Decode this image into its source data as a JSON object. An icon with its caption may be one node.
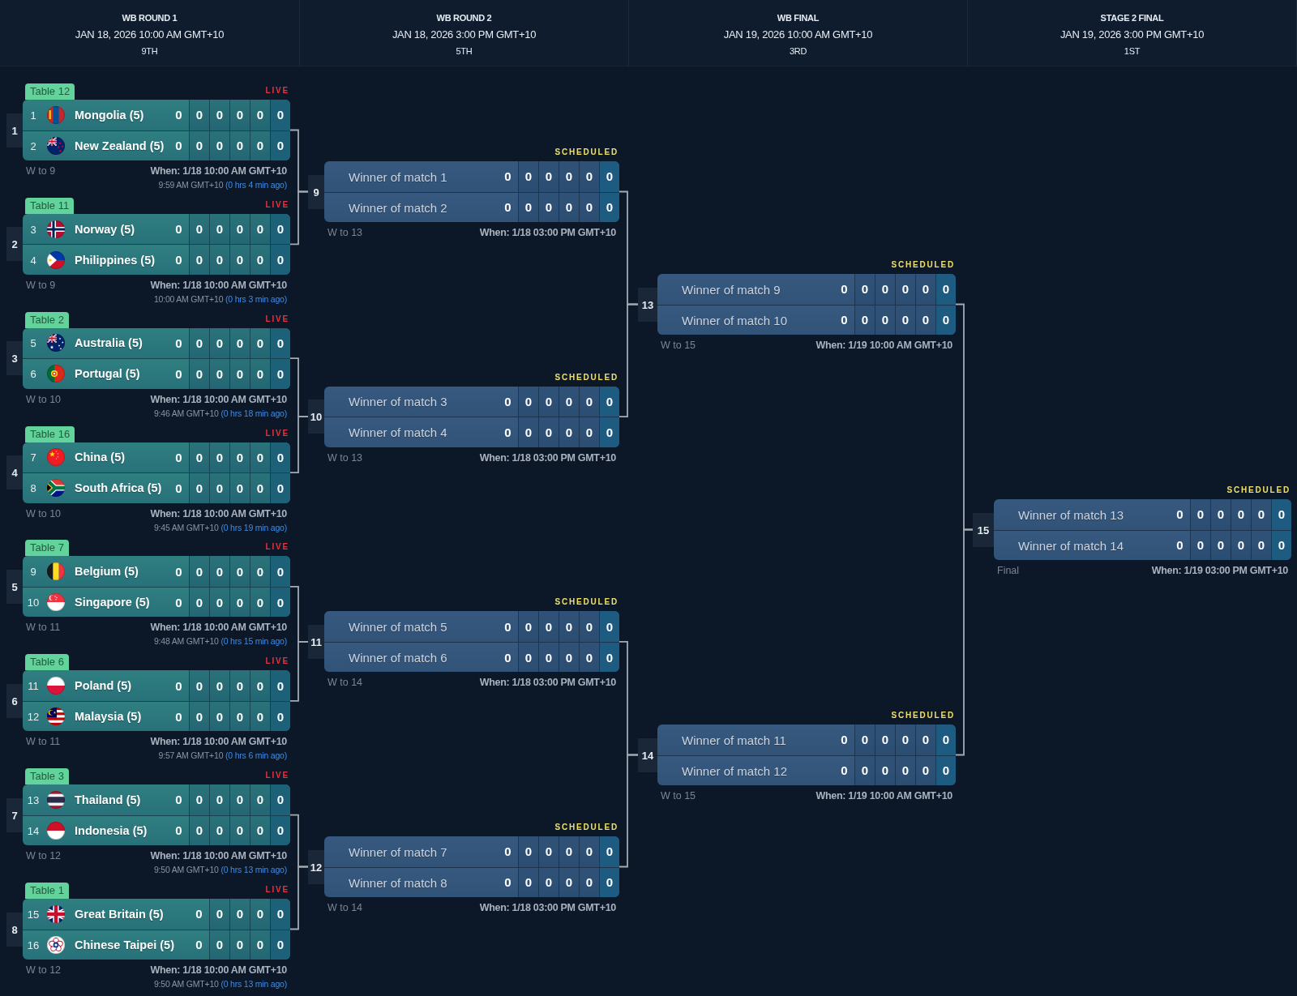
{
  "diagram": {
    "nodes": [
      {
        "text": [
          "1"
        ],
        "beside": [
          "Table 12",
          "LIVE",
          "W to 9",
          "When: 1/18 10:00 AM GMT+10",
          "9:59 AM GMT+10",
          "(0 hrs 4 min ago)"
        ]
      },
      {
        "text": [
          "1",
          "Mongolia (5)",
          "0",
          "0",
          "0",
          "0",
          "0",
          "0"
        ],
        "in": 0
      },
      {
        "text": [
          "2",
          "New Zealand (5)",
          "0",
          "0",
          "0",
          "0",
          "0",
          "0"
        ],
        "in": 0
      },
      {
        "text": [
          "2"
        ],
        "beside": [
          "Table 11",
          "LIVE",
          "W to 9",
          "When: 1/18 10:00 AM GMT+10",
          "10:00 AM GMT+10",
          "(0 hrs 3 min ago)"
        ]
      },
      {
        "text": [
          "3",
          "Norway (5)",
          "0",
          "0",
          "0",
          "0",
          "0",
          "0"
        ],
        "in": 3
      },
      {
        "text": [
          "4",
          "Philippines (5)",
          "0",
          "0",
          "0",
          "0",
          "0",
          "0"
        ],
        "in": 3
      },
      {
        "text": [
          "3"
        ],
        "beside": [
          "Table 2",
          "LIVE",
          "W to 10",
          "When: 1/18 10:00 AM GMT+10",
          "9:46 AM GMT+10",
          "(0 hrs 18 min ago)"
        ]
      },
      {
        "text": [
          "5",
          "Australia (5)",
          "0",
          "0",
          "0",
          "0",
          "0",
          "0"
        ],
        "in": 6
      },
      {
        "text": [
          "6",
          "Portugal (5)",
          "0",
          "0",
          "0",
          "0",
          "0",
          "0"
        ],
        "in": 6
      },
      {
        "text": [
          "4"
        ],
        "beside": [
          "Table 16",
          "LIVE",
          "W to 10",
          "When: 1/18 10:00 AM GMT+10",
          "9:45 AM GMT+10",
          "(0 hrs 19 min ago)"
        ]
      },
      {
        "text": [
          "7",
          "China (5)",
          "0",
          "0",
          "0",
          "0",
          "0",
          "0"
        ],
        "in": 9
      },
      {
        "text": [
          "8",
          "South Africa (5)",
          "0",
          "0",
          "0",
          "0",
          "0",
          "0"
        ],
        "in": 9
      },
      {
        "text": [
          "5"
        ],
        "beside": [
          "Table 7",
          "LIVE",
          "W to 11",
          "When: 1/18 10:00 AM GMT+10",
          "9:48 AM GMT+10",
          "(0 hrs 15 min ago)"
        ]
      },
      {
        "text": [
          "9",
          "Belgium (5)",
          "0",
          "0",
          "0",
          "0",
          "0",
          "0"
        ],
        "in": 12
      },
      {
        "text": [
          "10",
          "Singapore (5)",
          "0",
          "0",
          "0",
          "0",
          "0",
          "0"
        ],
        "in": 12
      },
      {
        "text": [
          "6"
        ],
        "beside": [
          "Table 6",
          "LIVE",
          "W to 11",
          "When: 1/18 10:00 AM GMT+10",
          "9:57 AM GMT+10",
          "(0 hrs 6 min ago)"
        ]
      },
      {
        "text": [
          "11",
          "Poland (5)",
          "0",
          "0",
          "0",
          "0",
          "0",
          "0"
        ],
        "in": 15
      },
      {
        "text": [
          "12",
          "Malaysia (5)",
          "0",
          "0",
          "0",
          "0",
          "0",
          "0"
        ],
        "in": 15
      },
      {
        "text": [
          "7"
        ],
        "beside": [
          "Table 3",
          "LIVE",
          "W to 12",
          "When: 1/18 10:00 AM GMT+10",
          "9:50 AM GMT+10",
          "(0 hrs 13 min ago)"
        ]
      },
      {
        "text": [
          "13",
          "Thailand (5)",
          "0",
          "0",
          "0",
          "0",
          "0",
          "0"
        ],
        "in": 18
      },
      {
        "text": [
          "14",
          "Indonesia (5)",
          "0",
          "0",
          "0",
          "0",
          "0",
          "0"
        ],
        "in": 18
      },
      {
        "text": [
          "8"
        ],
        "beside": [
          "Table 1",
          "LIVE",
          "W to 12",
          "When: 1/18 10:00 AM GMT+10",
          "9:50 AM GMT+10",
          "(0 hrs 13 min ago)"
        ]
      },
      {
        "text": [
          "15",
          "Great Britain (5)",
          "0",
          "0",
          "0",
          "0",
          "0"
        ],
        "in": 21
      },
      {
        "text": [
          "16",
          "Chinese Taipei (5)",
          "0",
          "0",
          "0",
          "0",
          "0"
        ],
        "in": 21
      },
      {
        "text": [
          "9"
        ],
        "beside": [
          "SCHEDULED",
          "W to 13",
          "When: 1/18 03:00 PM GMT+10"
        ]
      },
      {
        "text": [
          "Winner of match 1",
          "0",
          "0",
          "0",
          "0",
          "0",
          "0"
        ],
        "in": 24
      },
      {
        "text": [
          "Winner of match 2",
          "0",
          "0",
          "0",
          "0",
          "0",
          "0"
        ],
        "in": 24
      },
      {
        "text": [
          "10"
        ],
        "beside": [
          "SCHEDULED",
          "W to 13",
          "When: 1/18 03:00 PM GMT+10"
        ]
      },
      {
        "text": [
          "Winner of match 3",
          "0",
          "0",
          "0",
          "0",
          "0",
          "0"
        ],
        "in": 27
      },
      {
        "text": [
          "Winner of match 4",
          "0",
          "0",
          "0",
          "0",
          "0",
          "0"
        ],
        "in": 27
      },
      {
        "text": [
          "11"
        ],
        "beside": [
          "SCHEDULED",
          "W to 14",
          "When: 1/18 03:00 PM GMT+10"
        ]
      },
      {
        "text": [
          "Winner of match 5",
          "0",
          "0",
          "0",
          "0",
          "0",
          "0"
        ],
        "in": 30
      },
      {
        "text": [
          "Winner of match 6",
          "0",
          "0",
          "0",
          "0",
          "0",
          "0"
        ],
        "in": 30
      },
      {
        "text": [
          "12"
        ],
        "beside": [
          "SCHEDULED",
          "W to 14",
          "When: 1/18 03:00 PM GMT+10"
        ]
      },
      {
        "text": [
          "Winner of match 7",
          "0",
          "0",
          "0",
          "0",
          "0",
          "0"
        ],
        "in": 33
      },
      {
        "text": [
          "Winner of match 8",
          "0",
          "0",
          "0",
          "0",
          "0",
          "0"
        ],
        "in": 33
      },
      {
        "text": [
          "13"
        ],
        "beside": [
          "SCHEDULED",
          "W to 15",
          "When: 1/19 10:00 AM GMT+10"
        ]
      },
      {
        "text": [
          "Winner of match 9",
          "0",
          "0",
          "0",
          "0",
          "0",
          "0"
        ],
        "in": 36
      },
      {
        "text": [
          "Winner of match 10",
          "0",
          "0",
          "0",
          "0",
          "0",
          "0"
        ],
        "in": 36
      },
      {
        "text": [
          "14"
        ],
        "beside": [
          "SCHEDULED",
          "W to 15",
          "When: 1/19 10:00 AM GMT+10"
        ]
      },
      {
        "text": [
          "Winner of match 11",
          "0",
          "0",
          "0",
          "0",
          "0",
          "0"
        ],
        "in": 39
      },
      {
        "text": [
          "Winner of match 12",
          "0",
          "0",
          "0",
          "0",
          "0",
          "0"
        ],
        "in": 39
      },
      {
        "text": [
          "15"
        ],
        "beside": [
          "SCHEDULED",
          "Final",
          "When: 1/19 03:00 PM GMT+10"
        ]
      },
      {
        "text": [
          "Winner of match 13",
          "0",
          "0",
          "0",
          "0",
          "0",
          "0"
        ],
        "in": 42
      },
      {
        "text": [
          "Winner of match 14",
          "0",
          "0",
          "0",
          "0",
          "0",
          "0"
        ],
        "in": 42
      }
    ],
    "edges": [
      {
        "from": 0,
        "to": 24,
        "arrow": "none"
      },
      {
        "from": 3,
        "to": 24,
        "arrow": "none"
      },
      {
        "from": 6,
        "to": 27,
        "arrow": "none"
      },
      {
        "from": 9,
        "to": 27,
        "arrow": "none"
      },
      {
        "from": 12,
        "to": 30,
        "arrow": "none"
      },
      {
        "from": 15,
        "to": 30,
        "arrow": "none"
      },
      {
        "from": 18,
        "to": 33,
        "arrow": "none"
      },
      {
        "from": 21,
        "to": 33,
        "arrow": "none"
      },
      {
        "from": 24,
        "to": 36,
        "arrow": "none"
      },
      {
        "from": 27,
        "to": 36,
        "arrow": "none"
      },
      {
        "from": 30,
        "to": 39,
        "arrow": "none"
      },
      {
        "from": 33,
        "to": 39,
        "arrow": "none"
      },
      {
        "from": 36,
        "to": 42,
        "arrow": "none"
      },
      {
        "from": 39,
        "to": 42,
        "arrow": "none"
      }
    ],
    "labels": [
      "WB ROUND 1",
      "JAN 18, 2026 10:00 AM GMT+10",
      "9TH",
      "WB ROUND 2",
      "JAN 18, 2026 3:00 PM GMT+10",
      "5TH",
      "WB FINAL",
      "JAN 19, 2026 10:00 AM GMT+10",
      "3RD",
      "STAGE 2 FINAL",
      "JAN 19, 2026 3:00 PM GMT+10",
      "1ST"
    ]
  }
}
